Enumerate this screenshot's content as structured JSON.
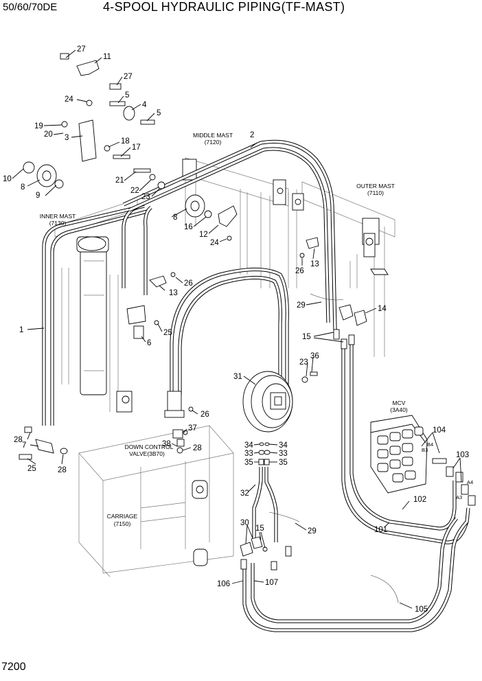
{
  "header": {
    "model": "50/60/70DE",
    "title": "4-SPOOL HYDRAULIC PIPING(TF-MAST)"
  },
  "page_number": "7200",
  "assemblies": {
    "middle_mast": [
      "MIDDLE MAST",
      "(7120)"
    ],
    "outer_mast": [
      "OUTER MAST",
      "(7110)"
    ],
    "inner_mast": [
      "INNER MAST",
      "(7130)"
    ],
    "carriage": [
      "CARRIAGE",
      "(7150)"
    ],
    "mcv": [
      "MCV",
      "(3A40)"
    ],
    "down_control": [
      "DOWN CONTROL",
      "VALVE(3B70)"
    ]
  },
  "port_labels": {
    "b4": "B4",
    "b3": "B3",
    "a4": "A4",
    "a3": "A3"
  },
  "callouts": {
    "c27a": "27",
    "c11": "11",
    "c27b": "27",
    "c24a": "24",
    "c5a": "5",
    "c4": "4",
    "c5b": "5",
    "c19": "19",
    "c20": "20",
    "c3": "3",
    "c18": "18",
    "c17": "17",
    "c10": "10",
    "c8a": "8",
    "c9": "9",
    "c21": "21",
    "c22": "22",
    "c23a": "23",
    "c2": "2",
    "c8b": "8",
    "c16": "16",
    "c12": "12",
    "c24b": "24",
    "c13a": "13",
    "c26a": "26",
    "c26b": "26",
    "c13b": "13",
    "c29a": "29",
    "c14": "14",
    "c1": "1",
    "c25a": "25",
    "c6": "6",
    "c15a": "15",
    "c23b": "23",
    "c36": "36",
    "c31": "31",
    "c26c": "26",
    "c37": "37",
    "c38": "38",
    "c28a": "28",
    "c28b": "28",
    "c7": "7",
    "c25b": "25",
    "c28c": "28",
    "c34a": "34",
    "c34b": "34",
    "c33a": "33",
    "c33b": "33",
    "c35a": "35",
    "c35b": "35",
    "c104": "104",
    "c103": "103",
    "c102": "102",
    "c101": "101",
    "c32": "32",
    "c30": "30",
    "c15b": "15",
    "c29b": "29",
    "c106": "106",
    "c107": "107",
    "c105": "105"
  }
}
